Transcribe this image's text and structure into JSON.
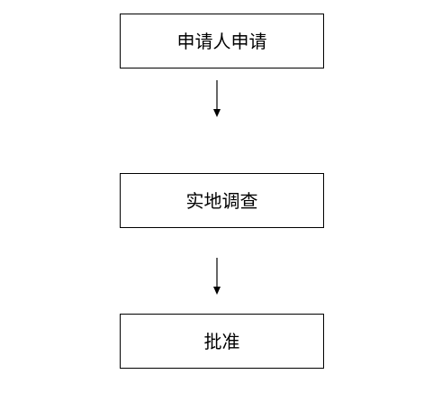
{
  "flowchart": {
    "steps": [
      {
        "label": "申请人申请"
      },
      {
        "label": "实地调查"
      },
      {
        "label": "批准"
      }
    ],
    "line_color": "#000000",
    "background_color": "#ffffff"
  }
}
